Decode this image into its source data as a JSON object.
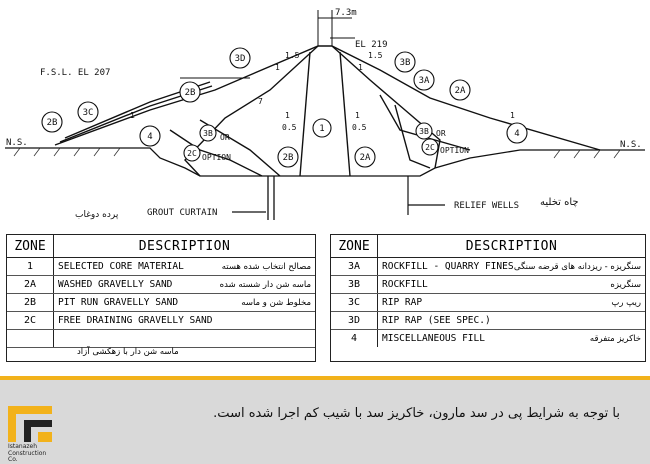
{
  "diagram": {
    "crest_width": "7.3m",
    "crest_el": "EL 219",
    "fsl": "F.S.L. EL 207",
    "ns_left": "N.S.",
    "ns_right": "N.S.",
    "slope_1_5_left": "1.5",
    "slope_1_5_right": "1.5",
    "slope_1_left": "1",
    "slope_1_right": "1",
    "slope_7": "7",
    "slope_1_a": "1",
    "slope_0_5_left": "0.5",
    "slope_0_5_right": "0.5",
    "slope_1_b": "1",
    "slope_1_c": "1",
    "slope_1_d": "1",
    "or_option_left": "OR",
    "option_left": "OPTION",
    "or_option_right": "OR",
    "option_right": "OPTION",
    "zone_labels": {
      "z3d": "3D",
      "z2b_a": "2B",
      "z3c": "3C",
      "z2b_b": "2B",
      "z4_left": "4",
      "z3b_left": "3B",
      "z2c_left": "2C",
      "z2b_c": "2B",
      "z1": "1",
      "z3b_top": "3B",
      "z3a": "3A",
      "z2a_right": "2A",
      "z4_right": "4",
      "z3b_right": "3B",
      "z2c_right": "2C",
      "z2a_bottom": "2A"
    },
    "grout_curtain": "GROUT CURTAIN",
    "grout_curtain_fa": "پرده دوغاب",
    "relief_wells": "RELIEF WELLS",
    "relief_wells_fa": "چاه تخلیه"
  },
  "table_left": {
    "zone_header": "ZONE",
    "desc_header": "DESCRIPTION",
    "rows": [
      {
        "zone": "1",
        "en": "SELECTED CORE MATERIAL",
        "fa": "مصالح انتخاب شده هسته"
      },
      {
        "zone": "2A",
        "en": "WASHED GRAVELLY SAND",
        "fa": "ماسه شن دار شسته شده"
      },
      {
        "zone": "2B",
        "en": "PIT RUN GRAVELLY SAND",
        "fa": "مخلوط شن و ماسه"
      },
      {
        "zone": "2C",
        "en": "FREE DRAINING GRAVELLY SAND",
        "fa": ""
      }
    ],
    "note_2c": "ماسه شن دار با زهکشی آزاد"
  },
  "table_right": {
    "zone_header": "ZONE",
    "desc_header": "DESCRIPTION",
    "rows": [
      {
        "zone": "3A",
        "en": "ROCKFILL - QUARRY FINES",
        "fa": "سنگریزه - ریزدانه های قرضه سنگی"
      },
      {
        "zone": "3B",
        "en": "ROCKFILL",
        "fa": "سنگریزه"
      },
      {
        "zone": "3C",
        "en": "RIP RAP",
        "fa": "ریپ رپ"
      },
      {
        "zone": "3D",
        "en": "RIP RAP (SEE SPEC.)",
        "fa": ""
      },
      {
        "zone": "4",
        "en": "MISCELLANEOUS FILL",
        "fa": "خاکریز متفرقه"
      }
    ]
  },
  "footer": {
    "caption": "با توجه به شرایط پی در سد مارون، خاکریز سد با شیب کم اجرا شده است.",
    "logo_line1": "Istanazeh",
    "logo_line2": "Construction",
    "logo_line3": "Co.",
    "accent_color": "#f2b21b",
    "bg_color": "#d9d9d9"
  }
}
